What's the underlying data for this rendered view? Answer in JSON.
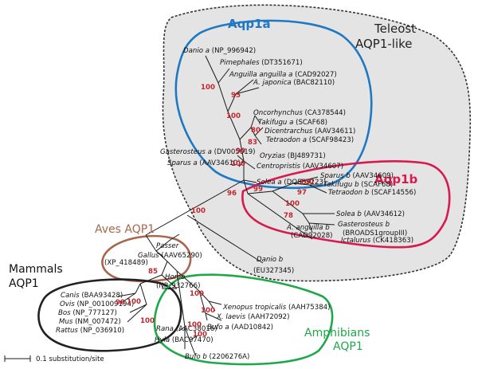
{
  "groups": {
    "teleost": {
      "line1": "Teleost",
      "line2": "AQP1-like",
      "outline_color": "#333333",
      "fill_color": "#e4e4e4"
    },
    "aqp1a": {
      "label": "Aqp1a",
      "color": "#1f78c1"
    },
    "aqp1b": {
      "label": "Aqp1b",
      "color": "#d81b4e"
    },
    "aves": {
      "label": "Aves AQP1",
      "color": "#a8664b"
    },
    "mammals": {
      "line1": "Mammals",
      "line2": "AQP1",
      "color": "#222222"
    },
    "amphibians": {
      "line1": "Amphibians",
      "line2": "AQP1",
      "color": "#1fa84a"
    }
  },
  "leaves": [
    {
      "name": "Danio a",
      "acc": " (NP_996942)"
    },
    {
      "name": "Pimephales",
      "acc": " (DT351671)"
    },
    {
      "name": "Anguilla anguilla a",
      "acc": " (CAD92027)"
    },
    {
      "name": "A. japonica",
      "acc": " (BAC82110)"
    },
    {
      "name": "Oncorhynchus",
      "acc": " (CA378544)"
    },
    {
      "name": "Takifugu a",
      "acc": " (SCAF68)"
    },
    {
      "name": "Dicentrarchus",
      "acc": " (AAV34611)"
    },
    {
      "name": "Tetraodon a",
      "acc": " (SCAF98423)"
    },
    {
      "name": "Gasterosteus a",
      "acc": " (DV005019)"
    },
    {
      "name": "Oryzias",
      "acc": " (BJ489731)"
    },
    {
      "name": "Sparus a",
      "acc": " (AAV34610)"
    },
    {
      "name": "Centropristis",
      "acc": " (AAV34607)"
    },
    {
      "name": "Solea a",
      "acc": " (DQ889223)"
    },
    {
      "name": "Sparus b",
      "acc": " (AAV34609)"
    },
    {
      "name": "Takifugu b",
      "acc": " (SCAF68)"
    },
    {
      "name": "Tetraodon b",
      "acc": " (SCAF14556)"
    },
    {
      "name": "Solea b",
      "acc": " (AAV34612)"
    },
    {
      "name": "Gasterosteus b",
      "acc": ""
    },
    {
      "name": "",
      "acc": "(BROADS1groupIII)"
    },
    {
      "name": "A. anguilla b",
      "acc": ""
    },
    {
      "name": "",
      "acc": "(CAD92028)"
    },
    {
      "name": "Ictalurus",
      "acc": " (CK418363)"
    },
    {
      "name": "Danio b",
      "acc": ""
    },
    {
      "name": "",
      "acc": "(EU327345)"
    },
    {
      "name": "Passer",
      "acc": ""
    },
    {
      "name": "Gallus",
      "acc": " (AAV65290)"
    },
    {
      "name": "",
      "acc": "(XP_418489)"
    },
    {
      "name": "Canis",
      "acc": " (BAA93428)"
    },
    {
      "name": "Ovis",
      "acc": " (NP_001009194)"
    },
    {
      "name": "Bos",
      "acc": " (NP_777127)"
    },
    {
      "name": "Mus",
      "acc": " (NM_007472)"
    },
    {
      "name": "Rattus",
      "acc": " (NP_036910)"
    },
    {
      "name": "Homo",
      "acc": ""
    },
    {
      "name": "",
      "acc": "(NP_932766)"
    },
    {
      "name": "Xenopus tropicalis",
      "acc": " (AAH75384)"
    },
    {
      "name": "X. laevis",
      "acc": " (AAH72092)"
    },
    {
      "name": "Rana",
      "acc": " (AAC38016)"
    },
    {
      "name": "Bufo a",
      "acc": " (AAD10842)"
    },
    {
      "name": "Hyla",
      "acc": " (BAC07470)"
    },
    {
      "name": "Bufo b",
      "acc": " (2206276A)"
    }
  ],
  "bootstrap": [
    "100",
    "95",
    "100",
    "80",
    "83",
    "90",
    "100",
    "99",
    "100",
    "97",
    "100",
    "78",
    "96",
    "100",
    "85",
    "90",
    "100",
    "100",
    "100",
    "100",
    "100",
    "100"
  ],
  "scale_bar": {
    "label": "0.1 substitution/site"
  }
}
